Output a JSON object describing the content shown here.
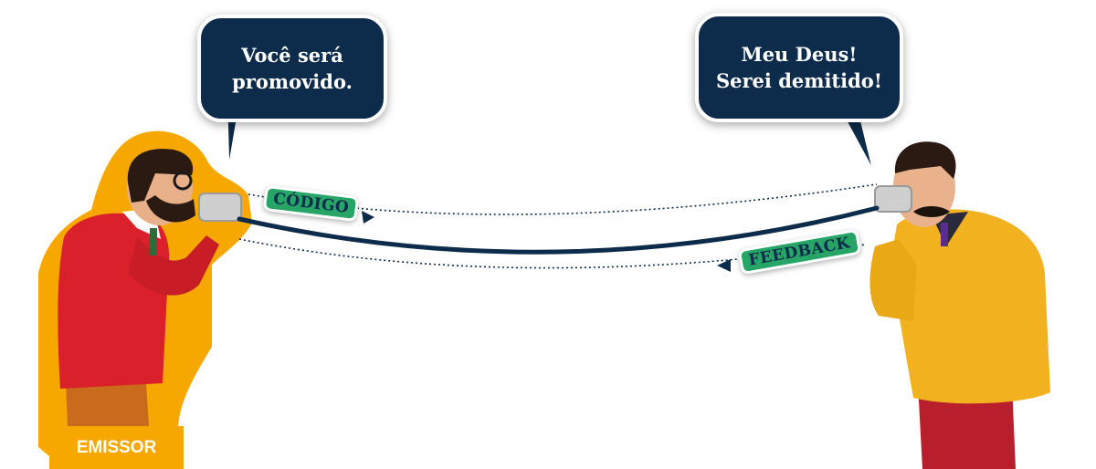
{
  "sender": {
    "speech": [
      "Você será",
      "promovido."
    ],
    "label": "EMISSOR"
  },
  "receiver": {
    "speech": [
      "Meu Deus!",
      "Serei demitido!"
    ]
  },
  "flow": {
    "code_label": "CÓDIGO",
    "feedback_label": "FEEDBACK"
  },
  "colors": {
    "navy": "#0d2b4a",
    "green": "#27a567",
    "orange": "#f7a800",
    "red_sweater": "#d9202b",
    "yellow_sweater": "#f2b21f"
  }
}
